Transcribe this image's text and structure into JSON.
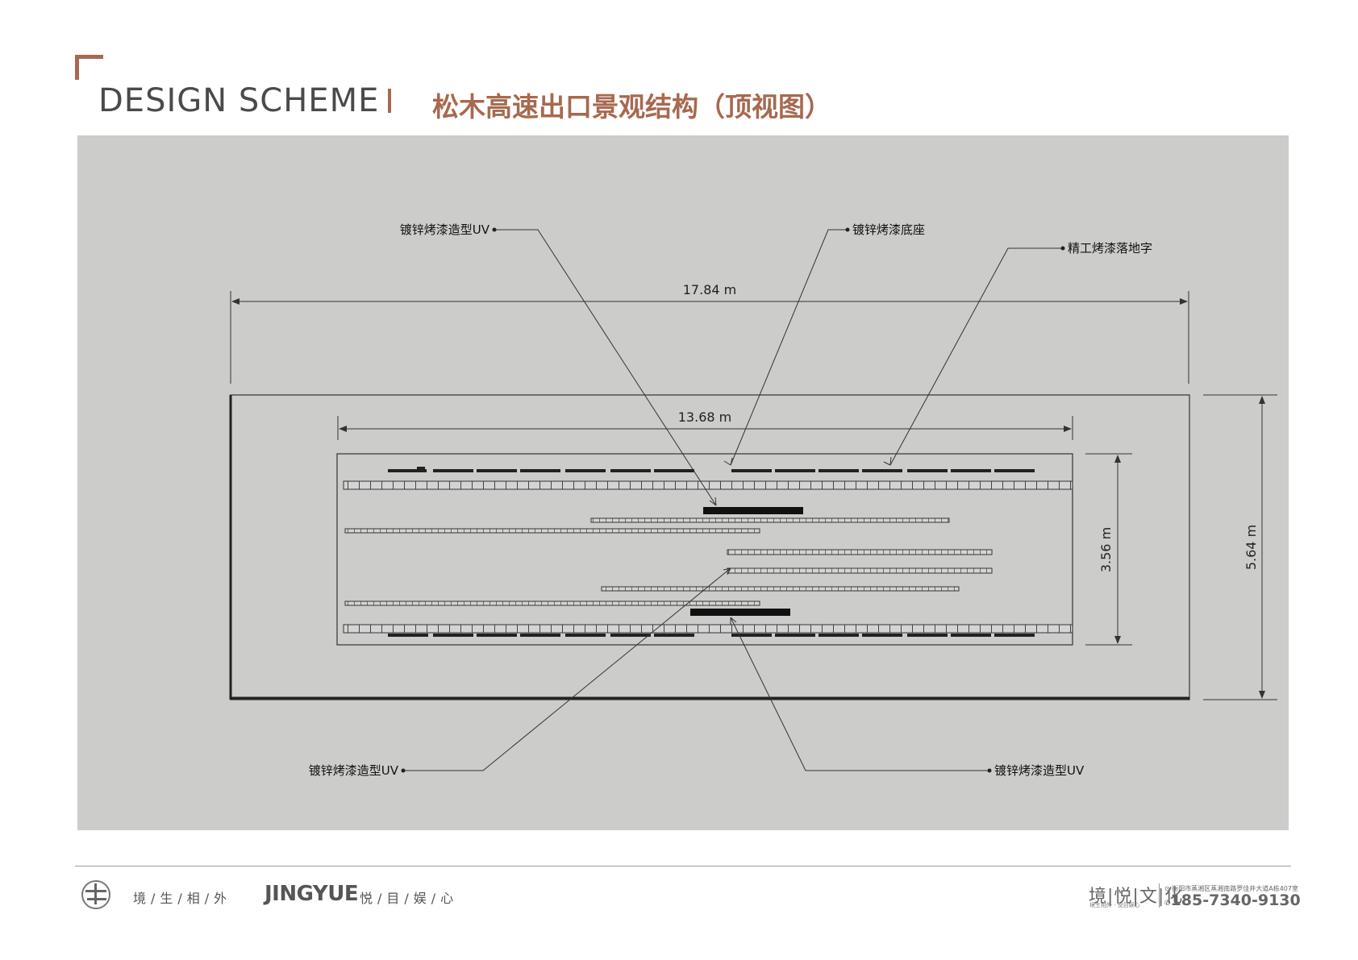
{
  "header": {
    "title_en": "DESIGN SCHEME",
    "title_cn": "松木高速出口景观结构（顶视图）"
  },
  "drawing": {
    "dimensions": {
      "outer_width": "17.84 m",
      "inner_width": "13.68 m",
      "inner_height": "3.56 m",
      "outer_height": "5.64 m"
    },
    "callouts": {
      "top_left": "镀锌烤漆造型UV",
      "top_middle": "镀锌烤漆底座",
      "top_right": "精工烤漆落地字",
      "bottom_left": "镀锌烤漆造型UV",
      "bottom_right": "镀锌烤漆造型UV"
    }
  },
  "footer": {
    "slogan_left": "境/生/相/外",
    "brand": "JINGYUE",
    "slogan_right": "悦/目/娱/心",
    "company": "境|悦|文|化",
    "company_tagline": "境生相外 · 悦目娱心",
    "address": "衡阳市蒸湘区蒸湘南路罗佳井大道A栋407室",
    "phone": "185-7340-9130"
  }
}
